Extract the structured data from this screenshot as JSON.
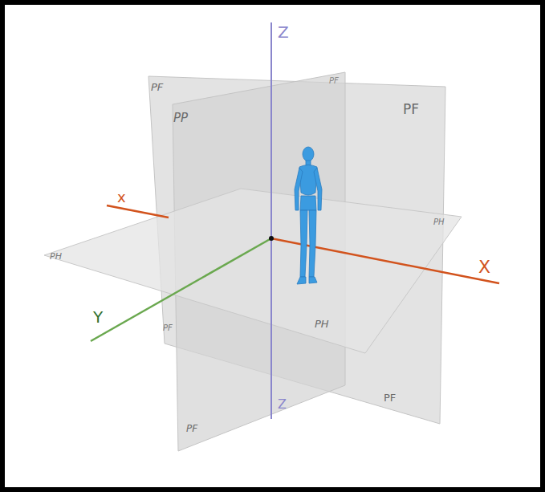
{
  "diagram": {
    "labels": [
      "Z",
      "PF",
      "PP",
      "PF",
      "PF",
      "x",
      "PH",
      "PH",
      "X",
      "Y",
      "PF",
      "PH",
      "Z",
      "PF",
      "PF"
    ]
  }
}
